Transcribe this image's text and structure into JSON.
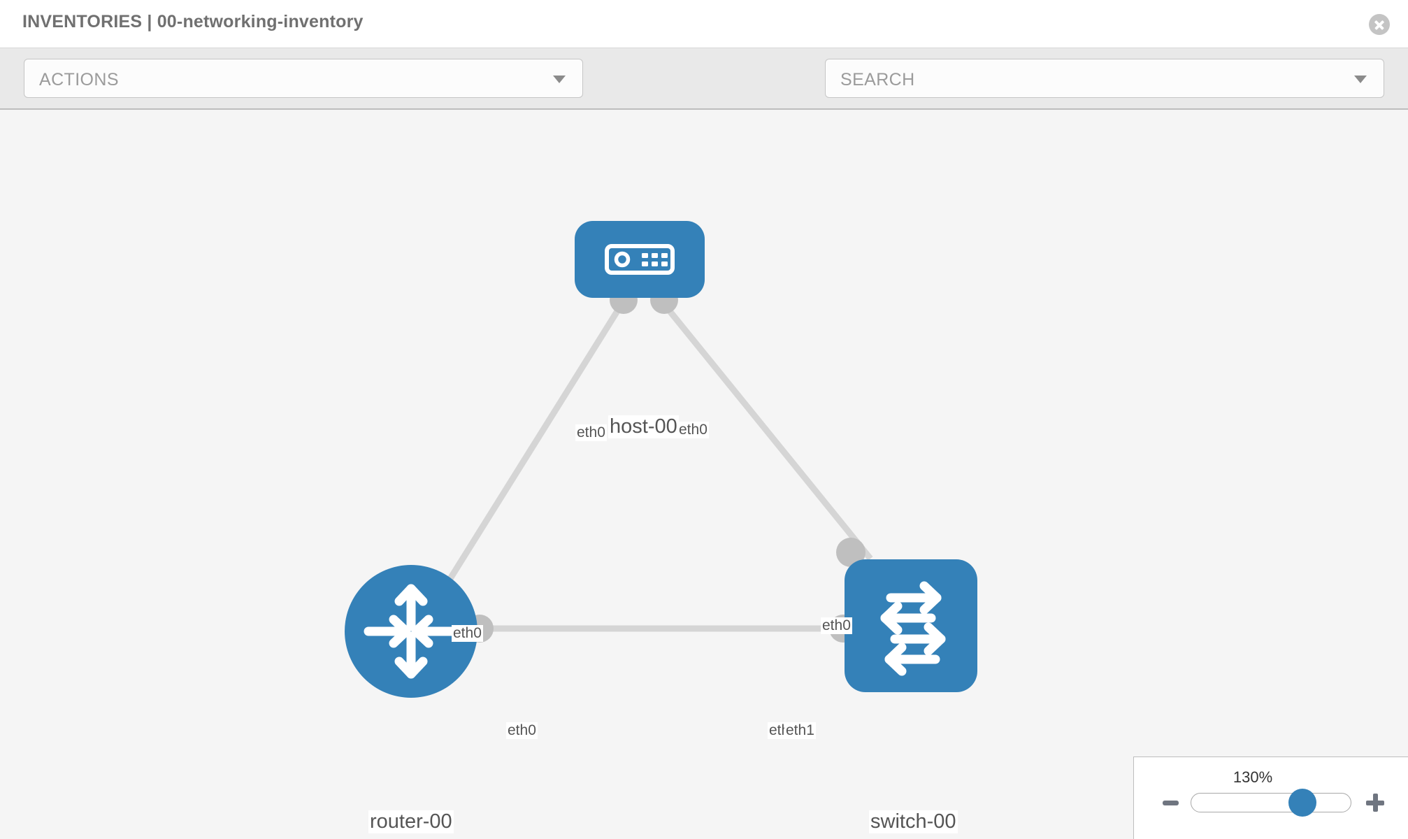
{
  "header": {
    "title": "INVENTORIES | 00-networking-inventory",
    "close_icon": "close-circle-icon"
  },
  "toolbar": {
    "actions_label": "ACTIONS",
    "actions_caret_icon": "chevron-down-icon",
    "wrench_icon": "wrench-icon",
    "key_icon": "key-icon",
    "search_placeholder": "SEARCH",
    "search_caret_icon": "chevron-down-icon"
  },
  "topology": {
    "nodes": [
      {
        "id": "host-00",
        "label": "host-00",
        "icon": "server-icon",
        "shape": "rounded-rect",
        "color": "#3481b8"
      },
      {
        "id": "router-00",
        "label": "router-00",
        "icon": "router-arrows-icon",
        "shape": "circle",
        "color": "#3481b8"
      },
      {
        "id": "switch-00",
        "label": "switch-00",
        "icon": "switch-arrows-icon",
        "shape": "rounded-square",
        "color": "#3481b8"
      }
    ],
    "edges": [
      {
        "from": "router-00",
        "to": "host-00",
        "from_label": "eth0",
        "to_label": "eth0"
      },
      {
        "from": "host-00",
        "to": "switch-00",
        "from_label": "eth0",
        "to_label": "eth0"
      },
      {
        "from": "router-00",
        "to": "switch-00",
        "from_label": "eth0",
        "to_label": "eth1",
        "overlap_label": "eth0"
      }
    ]
  },
  "zoom_control": {
    "value": "130%",
    "minus_label": "zoom-out",
    "plus_label": "zoom-in",
    "slider_percent": 60
  }
}
